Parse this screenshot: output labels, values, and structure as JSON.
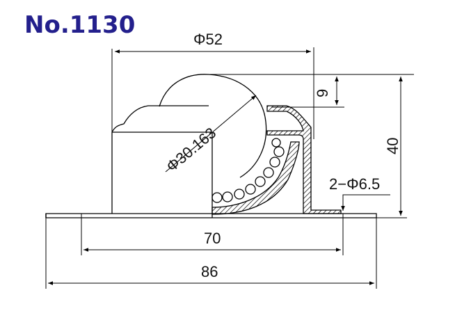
{
  "title": "No.1130",
  "title_color": "#231f8c",
  "drawing": {
    "subject": "ball transfer unit cross-section",
    "dimensions": {
      "top_diameter": "Φ52",
      "ball_diameter": "Φ30.163",
      "ball_protrusion": "9",
      "total_height": "40",
      "mounting_holes": "2−Φ6.5",
      "hole_pitch": "70",
      "flange_length": "86"
    }
  }
}
